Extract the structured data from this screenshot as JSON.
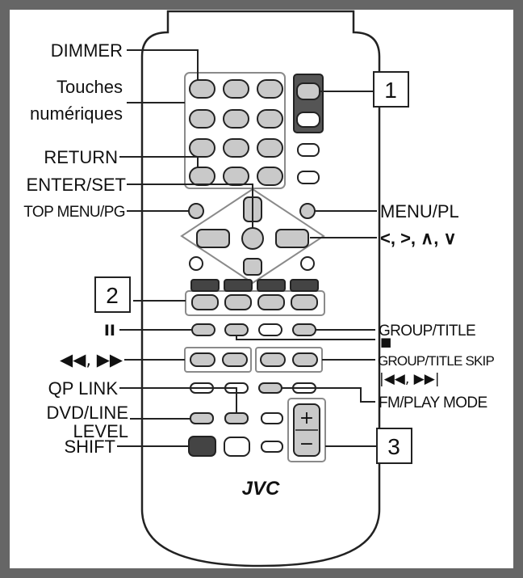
{
  "labels": {
    "dimmer": "DIMMER",
    "touches": "Touches",
    "numeriques": "numériques",
    "return": "RETURN",
    "enter_set": "ENTER/SET",
    "top_menu_pg": "TOP MENU/PG",
    "menu_pl": "MENU/PL",
    "cursor_keys": "<, >, ∧, ∨",
    "pause": "II",
    "rew_ff": "◀◀, ▶▶",
    "group_title": "GROUP/TITLE",
    "stop": "■",
    "group_title_skip": "GROUP/TITLE SKIP",
    "skip_keys": "|◀◀, ▶▶|",
    "qp_link": "QP LINK",
    "fm_play_mode": "FM/PLAY MODE",
    "dvd_line": "DVD/LINE",
    "level": "LEVEL",
    "shift": "SHIFT"
  },
  "callouts": {
    "one": "1",
    "two": "2",
    "three": "3"
  },
  "volume": {
    "plus": "+",
    "minus": "−"
  },
  "brand": "JVC",
  "colors": {
    "frame": "#666666",
    "button_gray": "#c9c9c9",
    "button_dark": "#444444",
    "group_outline": "#8a8a8a"
  }
}
